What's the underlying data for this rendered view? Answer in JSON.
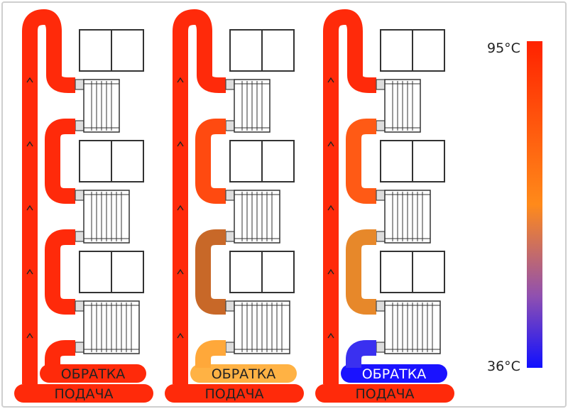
{
  "labels": {
    "return_pipe": "ОБРАТКА",
    "supply_pipe": "ПОДАЧА"
  },
  "scale": {
    "max_label": "95°C",
    "min_label": "36°C",
    "max_color": "#ff2200",
    "mid_color": "#ff8a1a",
    "low_color": "#9050b0",
    "min_color": "#1010ff"
  },
  "panels": [
    {
      "id": "panel-1",
      "return_color": "#ff2a0a",
      "segment_colors": [
        "#ff2a0a",
        "#ff2a0a",
        "#ff2a0a",
        "#ff2a0a",
        "#ff2a0a",
        "#ff2a0a"
      ],
      "radiator_sections": [
        6,
        8,
        10
      ]
    },
    {
      "id": "panel-2",
      "return_color": "#ffb244",
      "segment_colors": [
        "#ff2a0a",
        "#ff4a10",
        "#ff7520",
        "#c86828",
        "#e07a22",
        "#ffa83a"
      ],
      "radiator_sections": [
        6,
        8,
        10
      ]
    },
    {
      "id": "panel-3",
      "return_color": "#1a12ff",
      "segment_colors": [
        "#ff2a0a",
        "#ff5a15",
        "#ffa028",
        "#e7882a",
        "#6a4cc0",
        "#3a30f0"
      ],
      "radiator_sections": [
        6,
        8,
        10
      ]
    }
  ]
}
